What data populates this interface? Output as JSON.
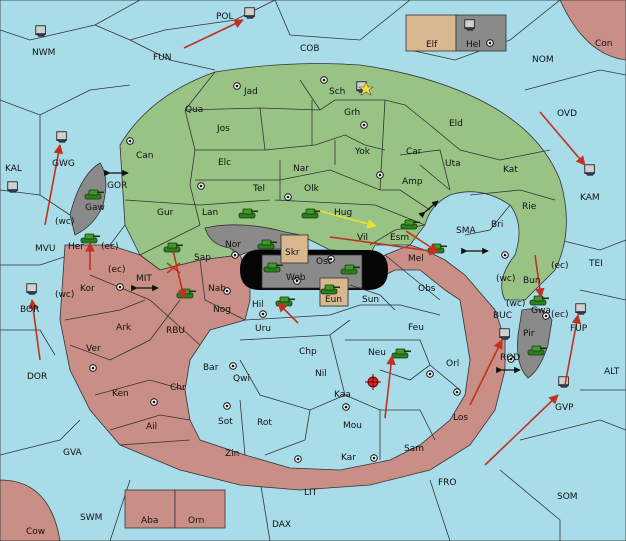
{
  "colors": {
    "sea": "#a8dce8",
    "green_power": "#99c285",
    "red_power": "#c98f87",
    "tan_power": "#d8b88f",
    "gray_power": "#8a8a8a",
    "order_arrow": "#c0311f",
    "support_arrow": "#e9e42b"
  },
  "labels": {
    "pol": "POL",
    "nwm": "NWM",
    "fun": "FUN",
    "cob": "COB",
    "elf": "Elf",
    "hel": "Hel",
    "nom": "NOM",
    "con": "Con",
    "ovd": "OVD",
    "kal": "KAL",
    "kam": "KAM",
    "gwg": "GWG",
    "gor": "GOR",
    "mvu": "MVU",
    "bor": "BOR",
    "dor": "DOR",
    "gva": "GVA",
    "swm": "SWM",
    "cow": "Cow",
    "aba": "Aba",
    "orn": "Orn",
    "dax": "DAX",
    "lit": "LIT",
    "fro": "FRO",
    "som": "SOM",
    "gvp": "GVP",
    "alt": "ALT",
    "tei": "TEI",
    "sma": "SMA",
    "mit": "MIT",
    "rbu": "RBU",
    "buc": "BUC",
    "rod": "ROD",
    "fup": "FUP",
    "jad": "Jad",
    "sch": "Sch",
    "qua": "Qua",
    "jos": "Jos",
    "grh": "Grh",
    "eld": "Eld",
    "can": "Can",
    "yok": "Yok",
    "car": "Car",
    "uta": "Uta",
    "kat": "Kat",
    "elc": "Elc",
    "nar": "Nar",
    "amp": "Amp",
    "tel": "Tel",
    "olk": "Olk",
    "rie": "Rie",
    "gur": "Gur",
    "lan": "Lan",
    "hug": "Hug",
    "bri": "Bri",
    "gaw": "Gaw",
    "vil": "Vil",
    "esm": "Esm",
    "nor": "Nor",
    "skr": "Skr",
    "sap": "Sap",
    "ost": "Ost",
    "mel": "Mel",
    "web": "Web",
    "her": "Her",
    "kor": "Kor",
    "nab": "Nab",
    "eun": "Eun",
    "sun": "Sun",
    "obs": "Obs",
    "bun": "Bun",
    "gwa": "Gwa",
    "pir": "Pir",
    "nog": "Nog",
    "hil": "Hil",
    "ark": "Ark",
    "uru": "Uru",
    "feu": "Feu",
    "ver": "Ver",
    "chp": "Chp",
    "neu": "Neu",
    "orl": "Orl",
    "bar": "Bar",
    "qwi": "Qwi",
    "ken": "Ken",
    "nil": "Nil",
    "chr": "Chr",
    "kaa": "Kaa",
    "los": "Los",
    "ail": "Ail",
    "sot": "Sot",
    "rot": "Rot",
    "mou": "Mou",
    "zin": "Zin",
    "kar": "Kar",
    "sam": "Sam",
    "wc": "(wc)",
    "ec": "(ec)"
  }
}
